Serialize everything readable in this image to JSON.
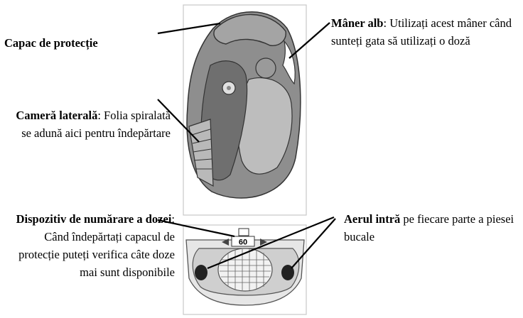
{
  "labels": {
    "cap": {
      "bold": "Capac de protecție",
      "text": ""
    },
    "maner": {
      "bold": "Mâner alb",
      "text": ": Utilizați acest mâner când sunteți gata să utilizați o doză"
    },
    "camera": {
      "bold": "Cameră laterală",
      "text": ": Folia spiralată se adună aici pentru îndepărtare"
    },
    "counter": {
      "bold": "Dispozitiv de numărare a dozei",
      "text": ": Când îndepărtați capacul de protecție puteți verifica câte doze mai sunt disponibile"
    },
    "aer": {
      "bold": "Aerul intră",
      "text": " pe fiecare parte a piesei bucale"
    }
  },
  "counter_display": "60",
  "colors": {
    "body": "#8a8a8a",
    "cap": "#a3a3a3",
    "dark": "#555555",
    "line": "#000000"
  }
}
